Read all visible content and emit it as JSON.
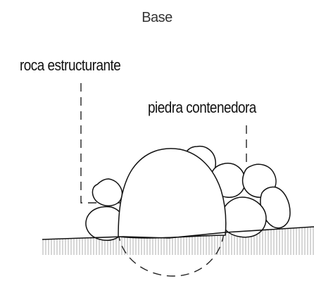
{
  "diagram": {
    "title": "Base",
    "labels": {
      "structural_rock": "roca estructurante",
      "containing_stone": "piedra contenedora"
    },
    "colors": {
      "ink": "#111111",
      "soil_hatch": "#9a9a9a",
      "background": "#ffffff"
    }
  }
}
